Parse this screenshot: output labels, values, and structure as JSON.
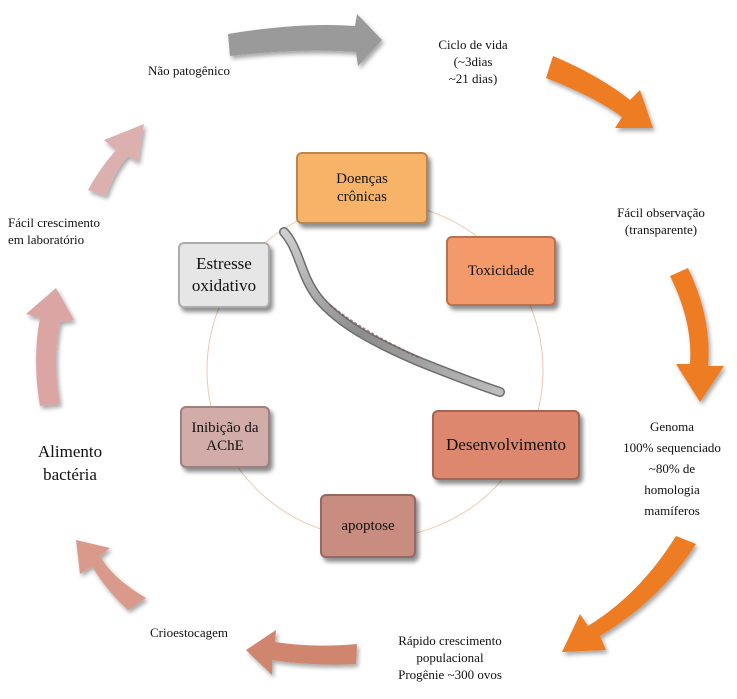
{
  "outer_cycle": [
    {
      "id": "nao-patogenico",
      "lines": [
        "Não patogênico"
      ]
    },
    {
      "id": "ciclo-de-vida",
      "lines": [
        "Ciclo de vida",
        "(~3dias",
        "~21 dias)"
      ]
    },
    {
      "id": "facil-observacao",
      "lines": [
        "Fácil observação",
        "(transparente)"
      ]
    },
    {
      "id": "genoma",
      "lines": [
        "Genoma",
        "100% sequenciado",
        "~80% de",
        "homologia",
        "mamíferos"
      ]
    },
    {
      "id": "rapido-crescimento",
      "lines": [
        "Rápido crescimento",
        "populacional",
        "Progênie ~300 ovos"
      ]
    },
    {
      "id": "crioestocagem",
      "lines": [
        "Crioestocagem"
      ]
    },
    {
      "id": "alimento-bacteria",
      "lines": [
        "Alimento",
        "bactéria"
      ]
    },
    {
      "id": "facil-crescimento",
      "lines": [
        "Fácil crescimento",
        "em laboratório"
      ]
    }
  ],
  "inner_boxes": [
    {
      "id": "doencas-cronicas",
      "lines": [
        "Doenças",
        "crônicas"
      ],
      "color": "#f7b469"
    },
    {
      "id": "toxicidade",
      "lines": [
        "Toxicidade"
      ],
      "color": "#f49a6a"
    },
    {
      "id": "desenvolvimento",
      "lines": [
        "Desenvolvimento"
      ],
      "color": "#dc876e"
    },
    {
      "id": "apoptose",
      "lines": [
        "apoptose"
      ],
      "color": "#c88c80"
    },
    {
      "id": "inibicao-ache",
      "lines": [
        "Inibição da",
        "AChE"
      ],
      "color": "#d2aca8"
    },
    {
      "id": "estresse-oxidativo",
      "lines": [
        "Estresse",
        "oxidativo"
      ],
      "color": "#e6e6e6"
    }
  ],
  "arrow_colors": [
    "#9a9a9a",
    "#ee7b24",
    "#ee7b24",
    "#ee7b24",
    "#ee7b24",
    "#d0856e",
    "#d99a8c",
    "#dba5a3",
    "#ddb0b0"
  ],
  "ring_color": "#f0c7b0"
}
